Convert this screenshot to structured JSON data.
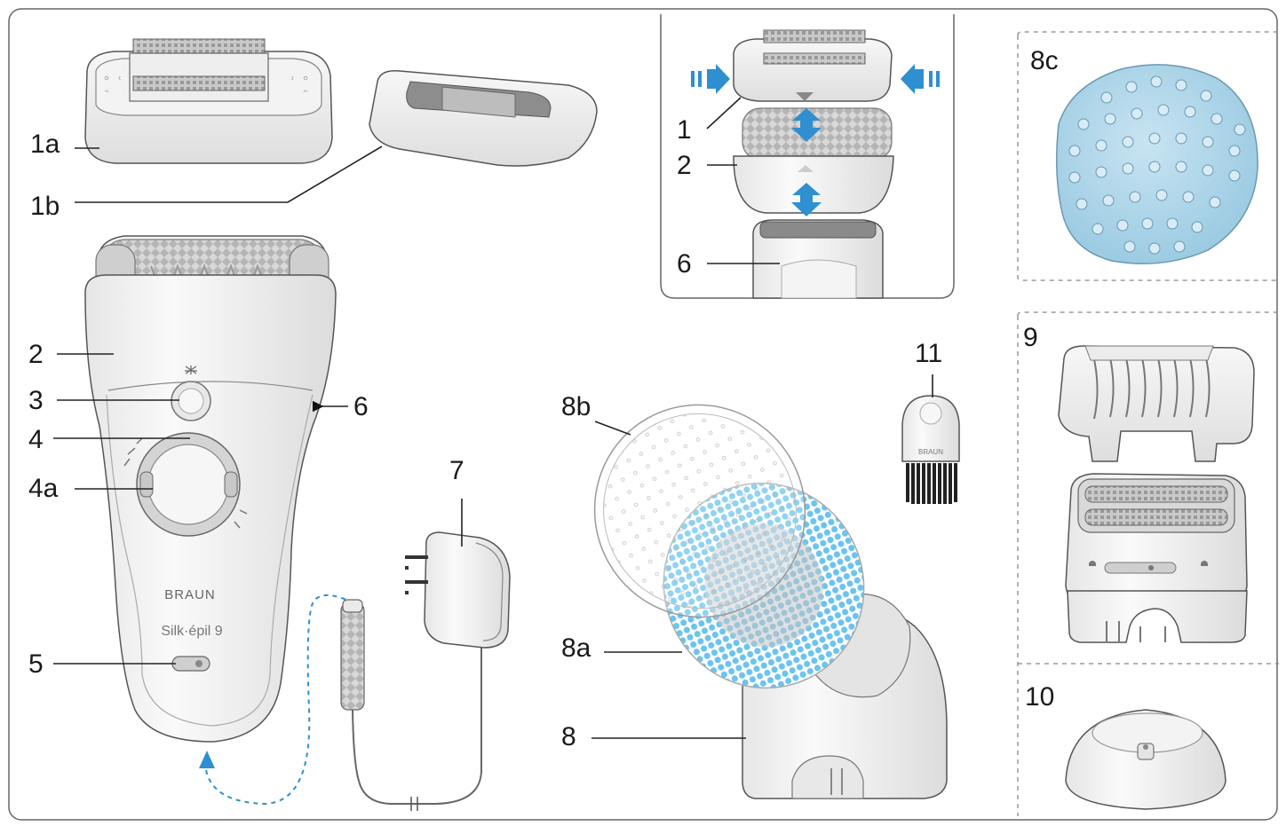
{
  "labels": {
    "l1a": "1a",
    "l1b": "1b",
    "l2": "2",
    "l3": "3",
    "l4": "4",
    "l4a": "4a",
    "l5": "5",
    "l6": "6",
    "l7": "7",
    "l8": "8",
    "l8a": "8a",
    "l8b": "8b",
    "l8c": "8c",
    "l9": "9",
    "l10": "10",
    "l11": "11",
    "inset_l1": "1",
    "inset_l2": "2",
    "inset_l6": "6"
  },
  "device": {
    "brand": "BRAUN",
    "model": "Silk·épil 9"
  },
  "brush_brand": "BRAUN",
  "colors": {
    "accent_blue": "#2f8fd0",
    "brush_blue": "#6cc4ee",
    "massage_pad": "#a9d2e6",
    "outline": "#555555"
  }
}
